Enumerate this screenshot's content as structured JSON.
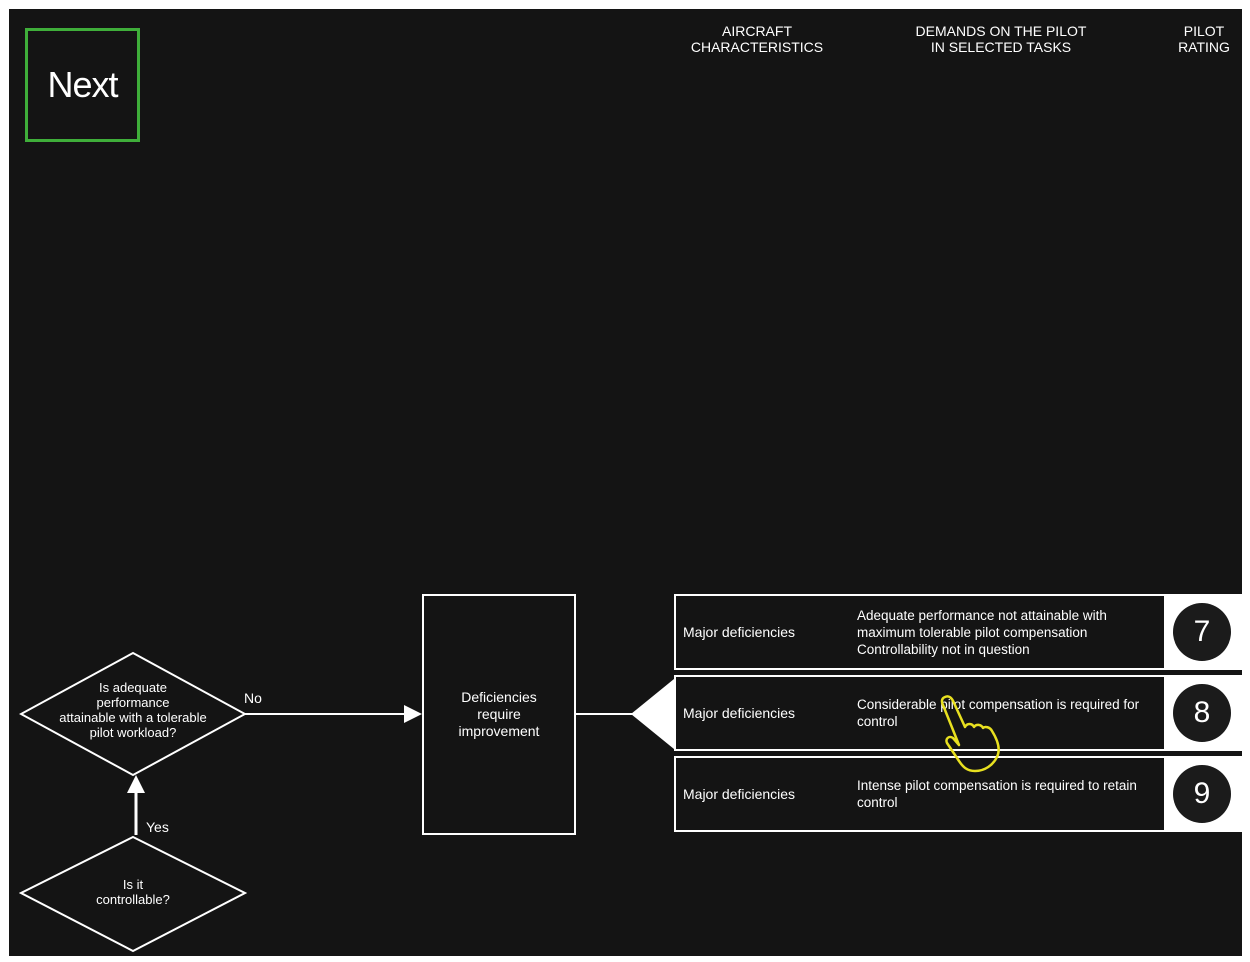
{
  "navigation": {
    "next_label": "Next"
  },
  "column_headers": {
    "aircraft_characteristics": "AIRCRAFT\nCHARACTERISTICS",
    "demands_on_pilot": "DEMANDS ON THE PILOT\nIN SELECTED TASKS",
    "pilot_rating": "PILOT\nRATING"
  },
  "flowchart": {
    "decision_workload": "Is adequate\nperformance\nattainable with a tolerable\npilot workload?",
    "decision_controllable": "Is it\ncontrollable?",
    "edge_no": "No",
    "edge_yes": "Yes",
    "process_box": "Deficiencies\nrequire\nimprovement"
  },
  "rating_rows": [
    {
      "characteristics": "Major deficiencies",
      "demands": "Adequate performance not attainable with maximum tolerable pilot compensation Controllability not in question",
      "rating": "7"
    },
    {
      "characteristics": "Major deficiencies",
      "demands": "Considerable pilot compensation is required for control",
      "rating": "8"
    },
    {
      "characteristics": "Major deficiencies",
      "demands": "Intense pilot compensation is required to retain control",
      "rating": "9"
    }
  ],
  "colors": {
    "background": "#141414",
    "next_border": "#3fae3a",
    "pointer": "#e8e020",
    "foreground": "#ffffff"
  },
  "icons": {
    "pointer": "hand-pointer-icon"
  }
}
